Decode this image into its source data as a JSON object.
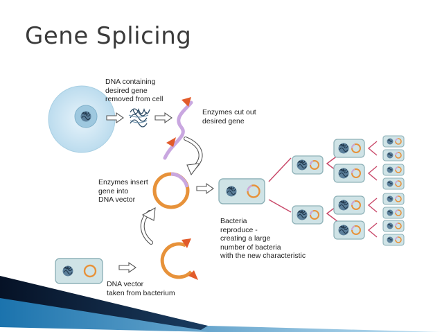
{
  "title": "Gene Splicing",
  "labels": {
    "dna_containing": "DNA containing\ndesired gene\nremoved from cell",
    "enzymes_cut": "Enzymes cut out\ndesired gene",
    "enzymes_insert": "Enzymes insert\ngene into\nDNA vector",
    "bacteria_reproduce": "Bacteria\nreproduce -\ncreating a large\nnumber of bacteria\nwith the new characteristic",
    "dna_vector": "DNA vector\ntaken from bacterium"
  },
  "colors": {
    "cell": "#cfe6f3",
    "nucleus": "#9ec8df",
    "bacterium": "#cfe3e6",
    "bacterium_border": "#8fb2b8",
    "plasmid": "#e7923a",
    "gene": "#c9a7e0",
    "enzyme": "#e25b2a",
    "accent_dark": "#0b1e3a",
    "accent_blue": "#1f7fb8"
  }
}
